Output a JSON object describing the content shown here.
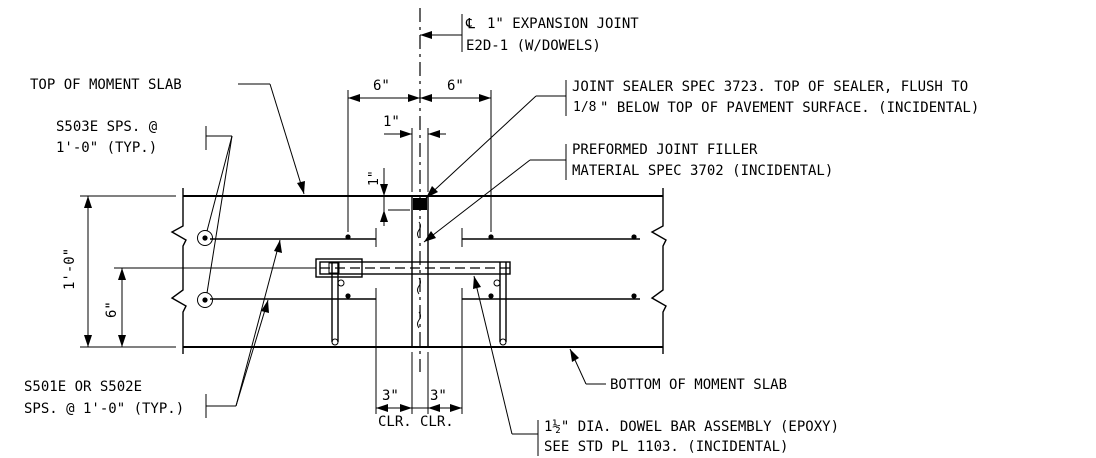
{
  "labels": {
    "cl_symbol": "℄",
    "expansion_joint_title": "1\" EXPANSION JOINT",
    "expansion_joint_ref": "E2D-1 (W/DOWELS)",
    "top_of_slab": "TOP OF MOMENT SLAB",
    "s503e_line1": "S503E SPS. @",
    "s503e_line2": "1'-0\" (TYP.)",
    "s501e_line1": "S501E OR S502E",
    "s501e_line2": "SPS. @ 1'-0\" (TYP.)",
    "sealer_line1": "JOINT SEALER SPEC 3723. TOP OF SEALER, FLUSH TO",
    "sealer_line2_frac": "1/8",
    "sealer_line2": "\" BELOW TOP OF PAVEMENT SURFACE. (INCIDENTAL)",
    "filler_line1": "PREFORMED JOINT FILLER",
    "filler_line2": "MATERIAL SPEC 3702 (INCIDENTAL)",
    "bottom_of_slab": "BOTTOM OF MOMENT SLAB",
    "dowel_line1": "1½\" DIA. DOWEL BAR ASSEMBLY (EPOXY)",
    "dowel_line2": "SEE STD PL 1103. (INCIDENTAL)"
  },
  "dimensions": {
    "left_6": "6\"",
    "right_6": "6\"",
    "joint_1": "1\"",
    "sealer_1": "1\"",
    "slab_thickness": "1'-0\"",
    "dowel_height": "6\"",
    "clr_left_3": "3\"",
    "clr_right_3": "3\"",
    "clr_left": "CLR.",
    "clr_right": "CLR."
  }
}
